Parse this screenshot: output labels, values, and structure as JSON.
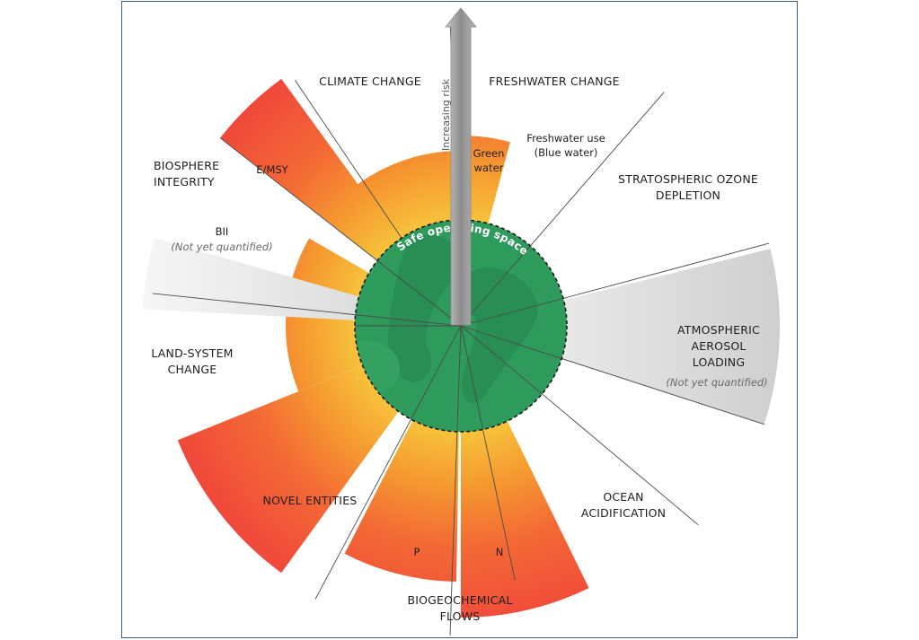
{
  "arrow_label": "Increasing risk",
  "core_label": "Safe operating space",
  "categories": {
    "climate_change": "CLIMATE CHANGE",
    "freshwater_change": "FRESHWATER CHANGE",
    "biosphere_1": "BIOSPHERE",
    "biosphere_2": "INTEGRITY",
    "stratospheric_1": "STRATOSPHERIC OZONE",
    "stratospheric_2": "DEPLETION",
    "aerosol_1": "ATMOSPHERIC",
    "aerosol_2": "AEROSOL",
    "aerosol_3": "LOADING",
    "land_1": "LAND-SYSTEM",
    "land_2": "CHANGE",
    "novel_entities": "NOVEL ENTITIES",
    "ocean_1": "OCEAN",
    "ocean_2": "ACIDIFICATION",
    "biogeo_1": "BIOGEOCHEMICAL",
    "biogeo_2": "FLOWS"
  },
  "sublabels": {
    "emsy": "E/MSY",
    "bii": "BII",
    "not_quantified_1": "(Not yet quantified)",
    "not_quantified_2": "(Not yet quantified)",
    "green_water_1": "Green",
    "green_water_2": "water",
    "blue_water_1": "Freshwater use",
    "blue_water_2": "(Blue water)",
    "p": "P",
    "n": "N"
  },
  "colors": {
    "safe_core": "#2e9a5c",
    "zone_yellow": "#f5b23a",
    "zone_red": "#f2583a",
    "not_quantified": "#d4d4d4",
    "arrow": "#9a9a9a",
    "frame": "#3d5f78"
  }
}
